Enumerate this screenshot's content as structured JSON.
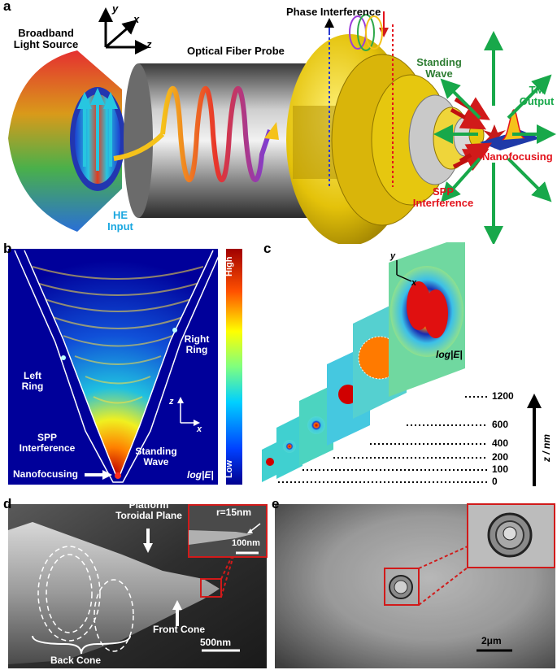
{
  "panel_labels": {
    "a": "a",
    "b": "b",
    "c": "c",
    "d": "d",
    "e": "e"
  },
  "panel_a": {
    "source_label_1": "Broadband",
    "source_label_2": "Light Source",
    "axis_x": "x",
    "axis_y": "y",
    "axis_z": "z",
    "fiber_label": "Optical Fiber Probe",
    "phase_label": "Phase Interference",
    "standing_1": "Standing",
    "standing_2": "Wave",
    "tm_1": "TM",
    "tm_2": "Output",
    "nanofocusing": "Nanofocusing",
    "spp_1": "SPP",
    "spp_2": "Interference",
    "he_1": "HE",
    "he_2": "Input",
    "colors": {
      "he": "#1aa7e0",
      "standing": "#2e7d32",
      "tm": "#18a84a",
      "red": "#e3121b"
    }
  },
  "panel_b": {
    "right_ring_1": "Right",
    "right_ring_2": "Ring",
    "left_ring_1": "Left",
    "left_ring_2": "Ring",
    "spp_1": "SPP",
    "spp_2": "Interference",
    "standing_1": "Standing",
    "standing_2": "Wave",
    "nanofocusing": "Nanofocusing",
    "colorbar_high": "High",
    "colorbar_low": "Low",
    "field_label": "log|E|",
    "axis_z": "z",
    "axis_x": "x"
  },
  "panel_c": {
    "axis_y": "y",
    "axis_x": "x",
    "field_label": "log|E|",
    "z_ticks": [
      "1200",
      "600",
      "400",
      "200",
      "100",
      "0"
    ],
    "z_axis_label": "z / nm"
  },
  "panel_d": {
    "platform_1": "Platform",
    "platform_2": "Toroidal Plane",
    "inset_radius": "r=15nm",
    "inset_scale": "100nm",
    "front_cone": "Front Cone",
    "back_cone": "Back Cone",
    "scale": "500nm"
  },
  "panel_e": {
    "scale": "2μm"
  }
}
